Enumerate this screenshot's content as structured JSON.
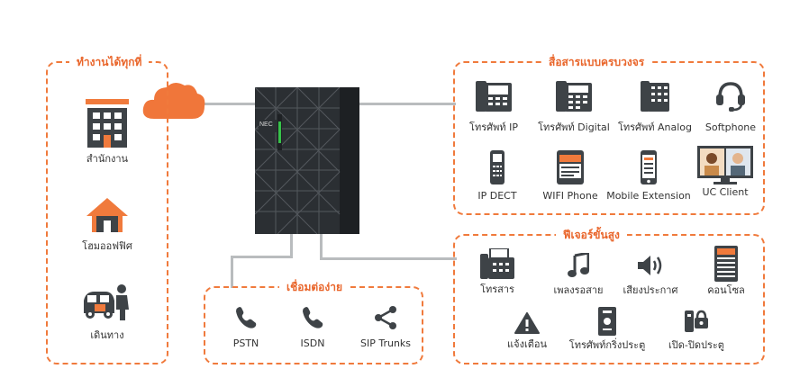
{
  "work_anywhere": {
    "title": "ทำงานได้ทุกที่",
    "items": [
      {
        "label": "สำนักงาน",
        "icon": "office-building-icon"
      },
      {
        "label": "โฮมออฟฟิศ",
        "icon": "home-icon"
      },
      {
        "label": "เดินทาง",
        "icon": "traveler-icon"
      }
    ]
  },
  "communications": {
    "title": "สื่อสารแบบครบวงจร",
    "items": [
      {
        "label": "โทรศัพท์ IP",
        "icon": "ip-phone-icon"
      },
      {
        "label": "โทรศัพท์ Digital",
        "icon": "digital-phone-icon"
      },
      {
        "label": "โทรศัพท์ Analog",
        "icon": "analog-phone-icon"
      },
      {
        "label": "Softphone",
        "icon": "headset-icon"
      },
      {
        "label": "IP DECT",
        "icon": "dect-handset-icon"
      },
      {
        "label": "WIFI Phone",
        "icon": "wifi-phone-icon"
      },
      {
        "label": "Mobile Extension",
        "icon": "mobile-phone-icon"
      },
      {
        "label": "UC Client",
        "icon": "video-conference-icon"
      }
    ]
  },
  "advanced_features": {
    "title": "ฟีเจอร์ขั้นสูง",
    "items": [
      {
        "label": "โทรสาร",
        "icon": "fax-icon"
      },
      {
        "label": "เพลงรอสาย",
        "icon": "music-note-icon"
      },
      {
        "label": "เสียงประกาศ",
        "icon": "speaker-icon"
      },
      {
        "label": "คอนโซล",
        "icon": "console-icon"
      },
      {
        "label": "แจ้งเตือน",
        "icon": "warning-icon"
      },
      {
        "label": "โทรศัพท์กริ่งประตู",
        "icon": "door-phone-icon"
      },
      {
        "label": "เปิด-ปิดประตู",
        "icon": "door-lock-icon"
      }
    ]
  },
  "connectivity": {
    "title": "เชื่อมต่อง่าย",
    "items": [
      {
        "label": "PSTN",
        "icon": "phone-handset-icon"
      },
      {
        "label": "ISDN",
        "icon": "phone-handset-icon"
      },
      {
        "label": "SIP Trunks",
        "icon": "share-icon"
      }
    ]
  },
  "server": {
    "brand": "NEC"
  },
  "colors": {
    "accent": "#f07a3c",
    "icon_dark": "#3e4347",
    "wire": "#b9bcbe",
    "cloud": "#f0763a"
  }
}
